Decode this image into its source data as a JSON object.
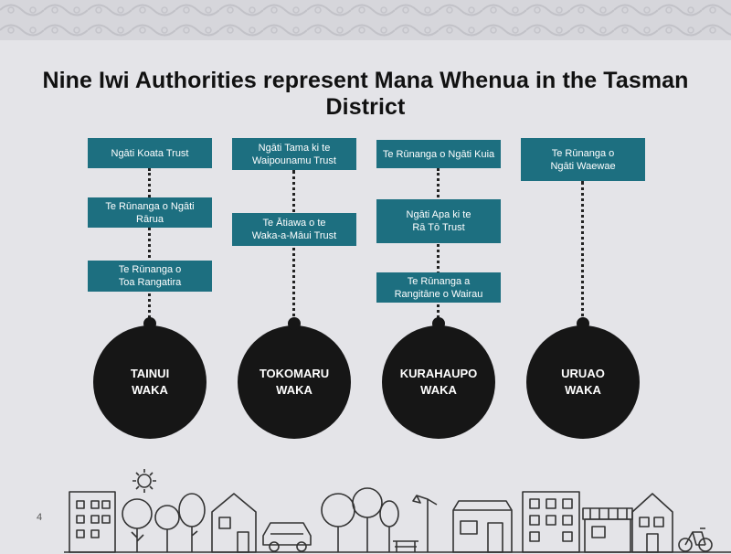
{
  "title": "Nine Iwi Authorities represent Mana Whenua in the Tasman District",
  "page_number": "4",
  "colors": {
    "box": "#1d6f80",
    "circle": "#161616",
    "background": "#e4e4e8"
  },
  "columns": [
    {
      "waka": "TAINUI\nWAKA",
      "iwi": [
        "Ngāti Koata Trust",
        "Te Rūnanga o Ngāti Rārua",
        "Te Rūnanga o\nToa Rangatira"
      ]
    },
    {
      "waka": "TOKOMARU\nWAKA",
      "iwi": [
        "Ngāti Tama ki te\nWaipounamu Trust",
        "Te Ātiawa o te\nWaka-a-Māui Trust"
      ]
    },
    {
      "waka": "KURAHAUPO\nWAKA",
      "iwi": [
        "Te Rūnanga o Ngāti Kuia",
        "Ngāti Apa ki te\nRā Tō Trust",
        "Te Rūnanga a\nRangitāne o Wairau"
      ]
    },
    {
      "waka": "URUAO\nWAKA",
      "iwi": [
        "Te Rūnanga o\nNgāti Waewae"
      ]
    }
  ],
  "icons": [
    "decorative-pattern-band",
    "sun-icon",
    "building-icon",
    "tree-icon",
    "house-icon",
    "car-icon",
    "bench-icon",
    "street-lamp-icon",
    "shop-icon",
    "bicycle-icon"
  ]
}
